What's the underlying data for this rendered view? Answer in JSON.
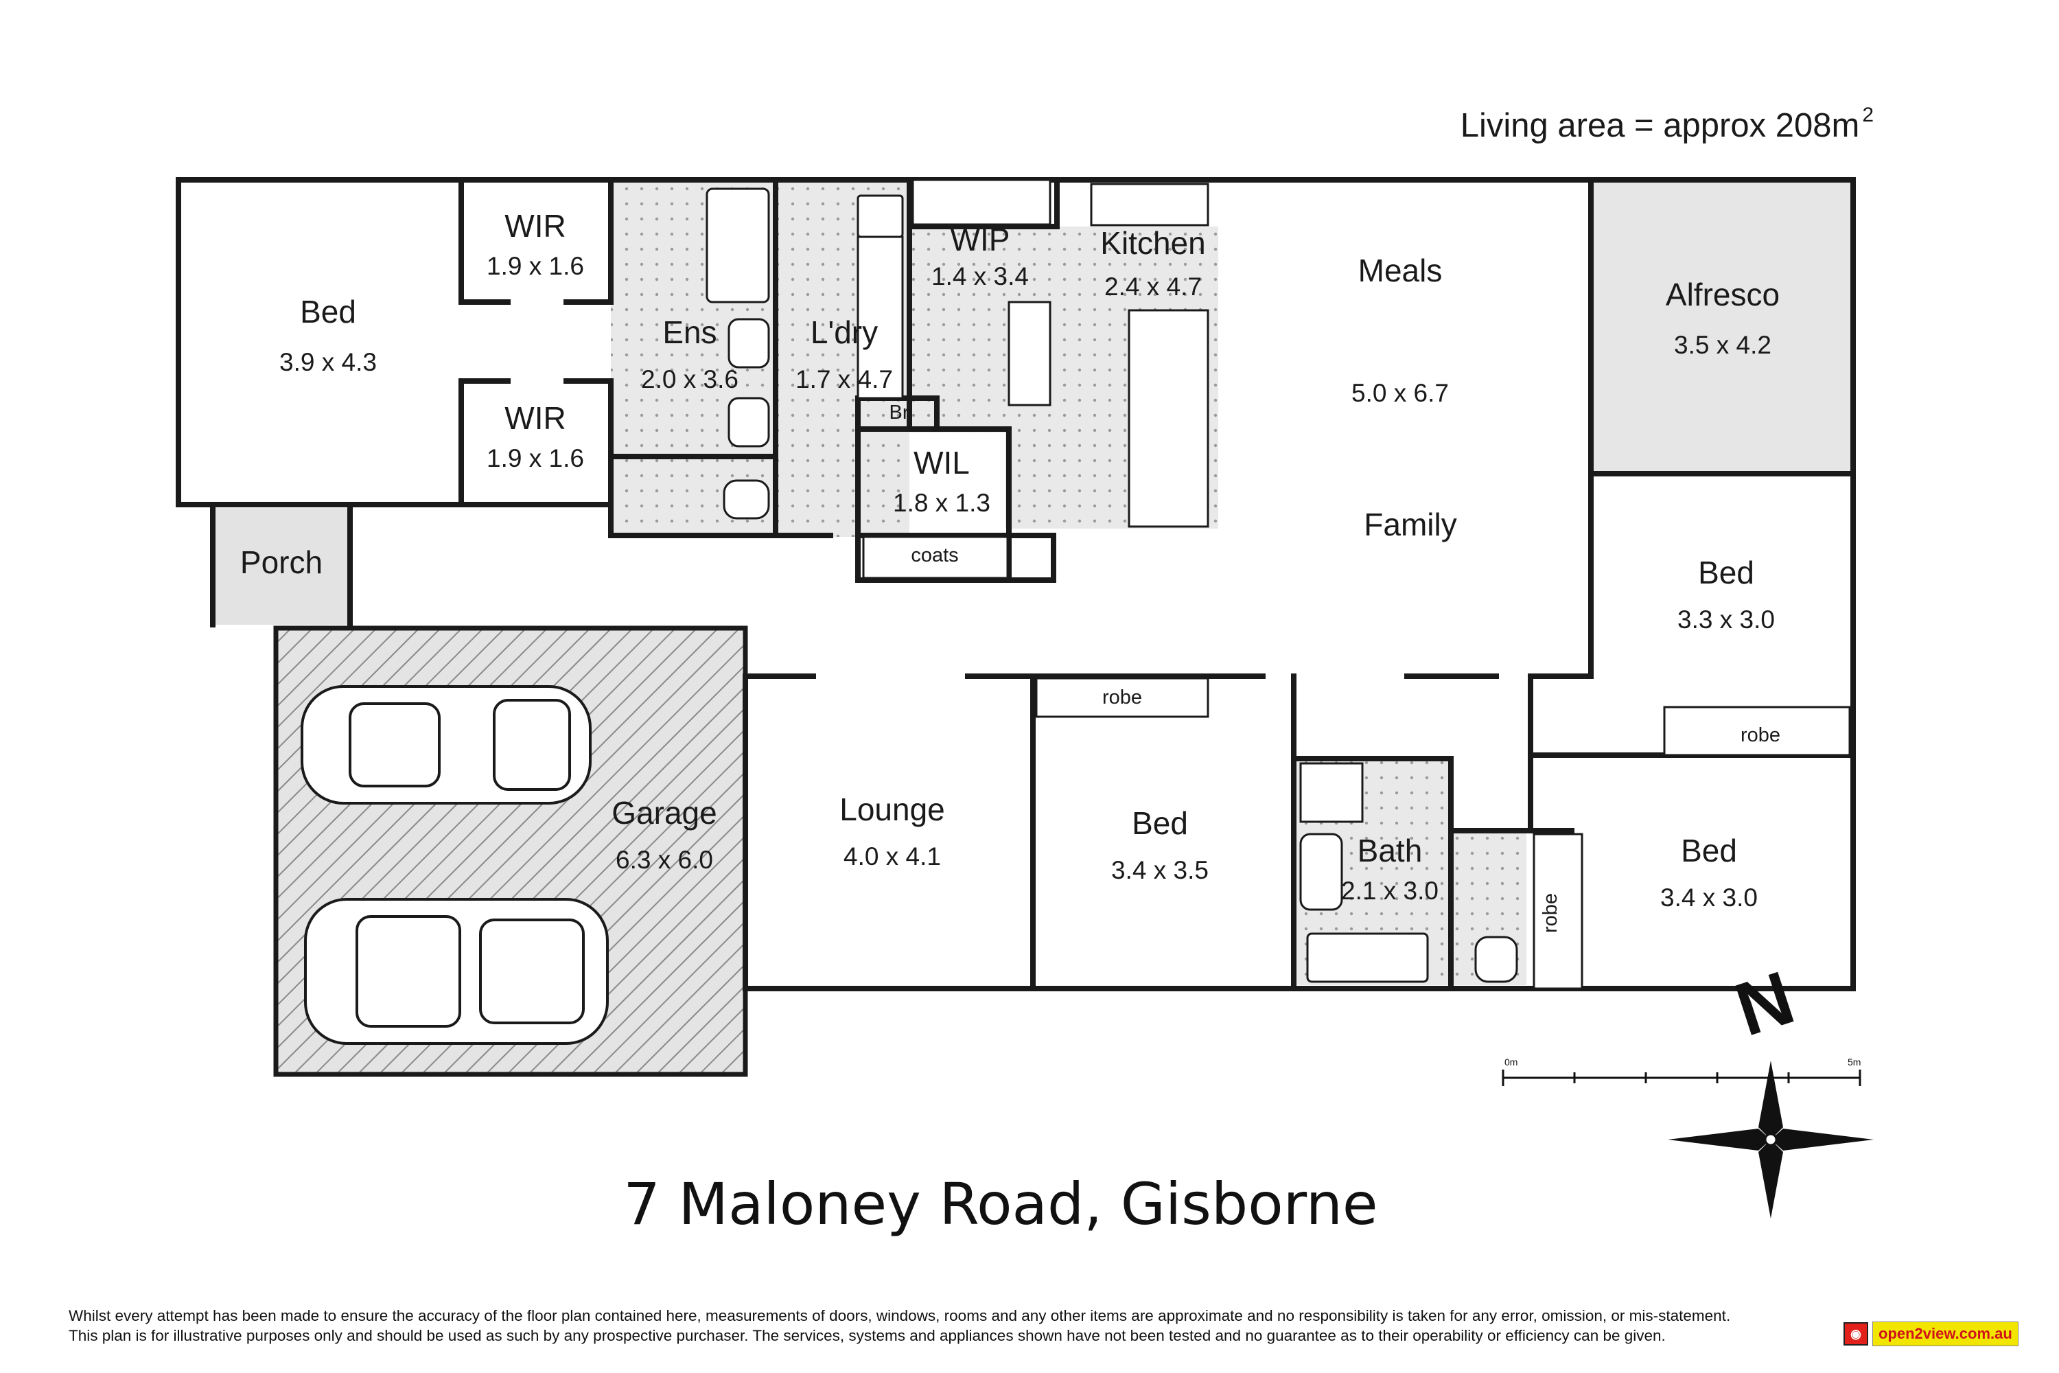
{
  "living_area": {
    "text": "Living area = approx 208m",
    "unit_sup": "2"
  },
  "rooms": [
    {
      "key": "bed1",
      "name": "Bed",
      "dims": "3.9 x 4.3"
    },
    {
      "key": "wir1",
      "name": "WIR",
      "dims": "1.9 x 1.6"
    },
    {
      "key": "wir2",
      "name": "WIR",
      "dims": "1.9 x 1.6"
    },
    {
      "key": "ens",
      "name": "Ens",
      "dims": "2.0 x 3.6"
    },
    {
      "key": "ldry",
      "name": "L'dry",
      "dims": "1.7 x 4.7"
    },
    {
      "key": "wip",
      "name": "WIP",
      "dims": "1.4 x 3.4"
    },
    {
      "key": "kitchen",
      "name": "Kitchen",
      "dims": "2.4 x 4.7"
    },
    {
      "key": "meals",
      "name": "Meals",
      "dims": "5.0 x 6.7"
    },
    {
      "key": "family",
      "name": "Family",
      "dims": ""
    },
    {
      "key": "alfresco",
      "name": "Alfresco",
      "dims": "3.5 x 4.2"
    },
    {
      "key": "wil",
      "name": "WIL",
      "dims": "1.8 x 1.3"
    },
    {
      "key": "br",
      "name": "Br",
      "dims": ""
    },
    {
      "key": "coats",
      "name": "coats",
      "dims": ""
    },
    {
      "key": "porch",
      "name": "Porch",
      "dims": ""
    },
    {
      "key": "garage",
      "name": "Garage",
      "dims": "6.3 x 6.0"
    },
    {
      "key": "lounge",
      "name": "Lounge",
      "dims": "4.0 x 4.1"
    },
    {
      "key": "bed2",
      "name": "Bed",
      "dims": "3.4 x 3.5"
    },
    {
      "key": "bath",
      "name": "Bath",
      "dims": "2.1 x 3.0"
    },
    {
      "key": "bed3",
      "name": "Bed",
      "dims": "3.3 x 3.0"
    },
    {
      "key": "bed4",
      "name": "Bed",
      "dims": "3.4 x 3.0"
    }
  ],
  "robes": {
    "robe1": "robe",
    "robe2": "robe",
    "robe3": "robe"
  },
  "north_label": "N",
  "scale_bar": {
    "start": "0m",
    "end": "5m"
  },
  "address": "7 Maloney Road, Gisborne",
  "disclaimer": [
    "Whilst every attempt has been made to ensure the accuracy of the floor plan contained here, measurements of doors, windows, rooms and any other items are approximate and no responsibility is taken for any error, omission, or mis-statement.",
    "This plan is for illustrative purposes only and should be used as such by any prospective purchaser. The services, systems and appliances shown have not been tested and no guarantee as to their operability or efficiency can be given."
  ],
  "logo": {
    "text": "open2view.com.au"
  },
  "colors": {
    "wall": "#1a1a1a",
    "wet_area_fill": "#e8e8e8",
    "alfresco_fill": "#e6e6e6",
    "garage_hatch": "#8a8a8a"
  }
}
